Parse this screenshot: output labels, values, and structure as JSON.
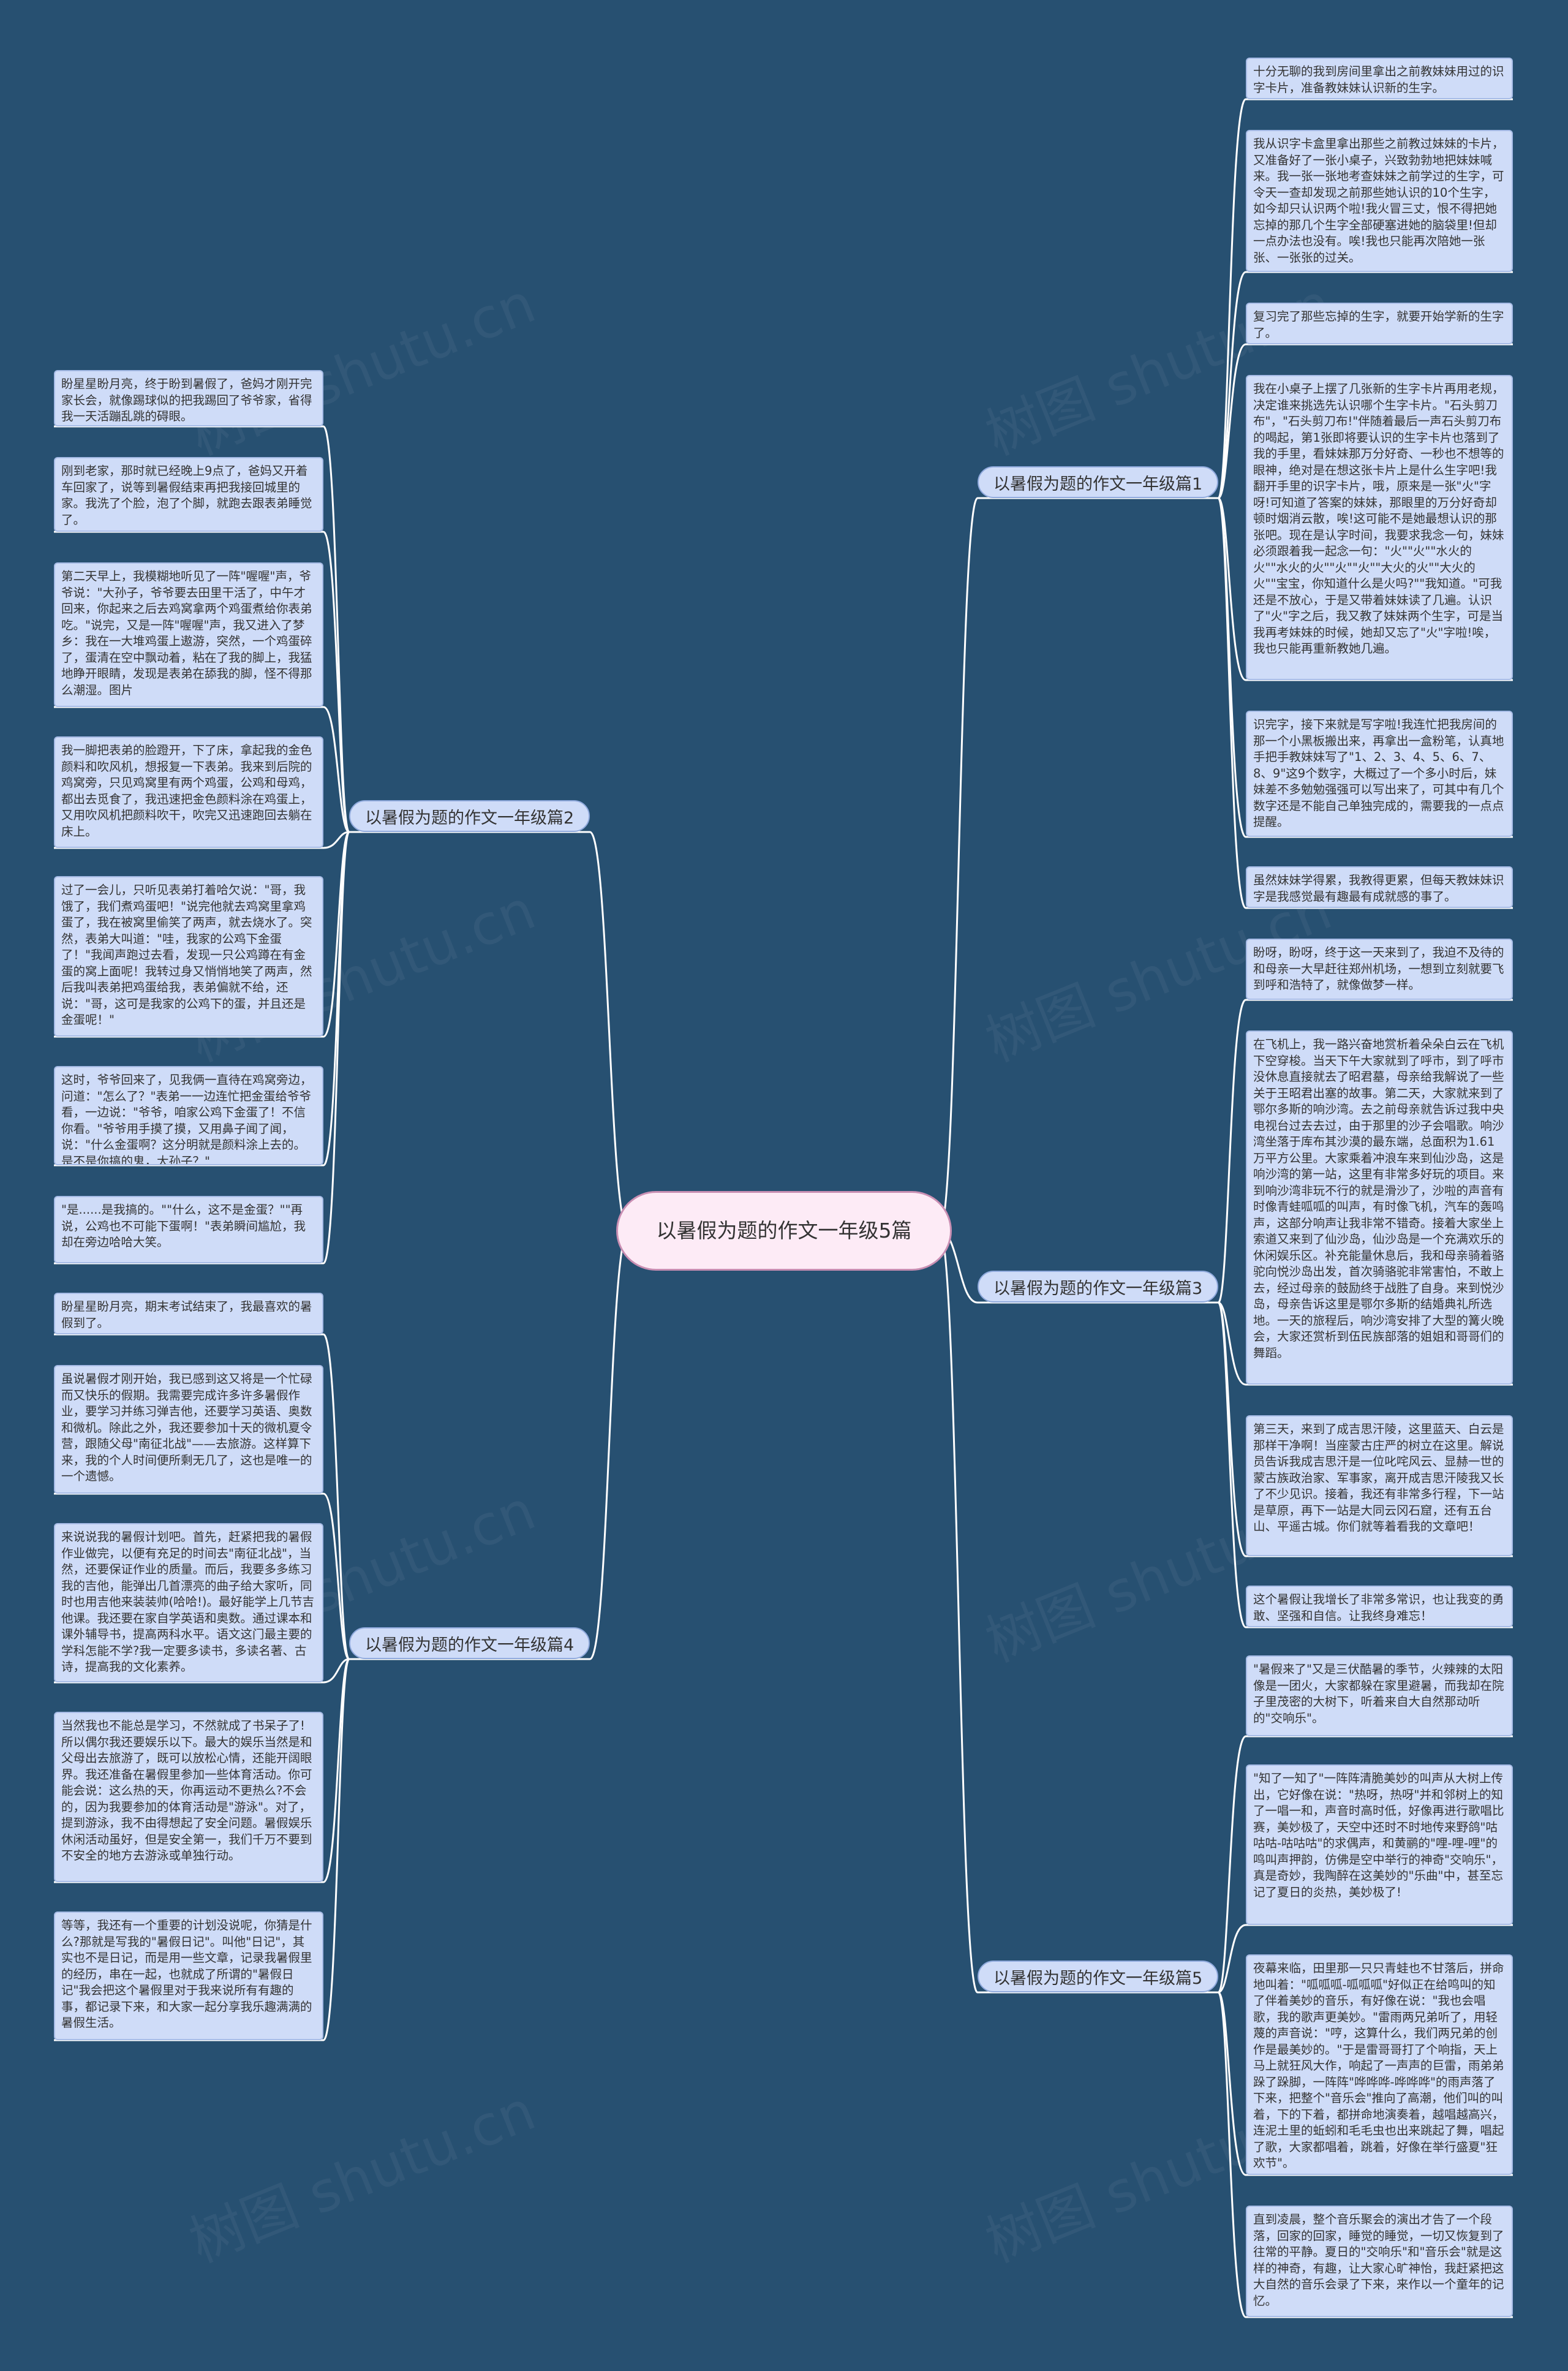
{
  "watermark": "树图 shutu.cn",
  "center": "以暑假为题的作文一年级5篇",
  "branches": [
    {
      "title": "以暑假为题的作文一年级篇1",
      "leaves": [
        "十分无聊的我到房间里拿出之前教妹妹用过的识字卡片，准备教妹妹认识新的生字。",
        "我从识字卡盒里拿出那些之前教过妹妹的卡片，又准备好了一张小桌子，兴致勃勃地把妹妹喊来。我一张一张地考查妹妹之前学过的生字，可令天一查却发现之前那些她认识的10个生字，如今却只认识两个啦!我火冒三丈，恨不得把她忘掉的那几个生字全部硬塞进她的脑袋里!但却一点办法也没有。唉!我也只能再次陪她一张张、一张张的过关。",
        "复习完了那些忘掉的生字，就要开始学新的生字了。",
        "我在小桌子上摆了几张新的生字卡片再用老规，决定谁来挑选先认识哪个生字卡片。\"石头剪刀布\"，\"石头剪刀布!\"伴随着最后一声石头剪刀布的喝起，第1张即将要认识的生字卡片也落到了我的手里，看妹妹那万分好奇、一秒也不想等的眼神，绝对是在想这张卡片上是什么生字吧!我翻开手里的识字卡片，哦，原来是一张\"火\"字呀!可知道了答案的妹妹，那眼里的万分好奇却顿时烟消云散，唉!这可能不是她最想认识的那张吧。现在是认字时间，我要求我念一句，妹妹必须跟着我一起念一句：\"火\"\"火\"\"水火的火\"\"水火的火\"\"火\"\"火\"\"大火的火\"\"大火的火\"\"宝宝，你知道什么是火吗?\"\"我知道。\"可我还是不放心，于是又带着妹妹读了几遍。认识了\"火\"字之后，我又教了妹妹两个生字，可是当我再考妹妹的时候，她却又忘了\"火\"字啦!唉，我也只能再重新教她几遍。",
        "识完字，接下来就是写字啦!我连忙把我房间的那一个小黑板搬出来，再拿出一盒粉笔，认真地手把手教妹妹写了\"1、2、3、4、5、6、7、8、9\"这9个数字，大概过了一个多小时后，妹妹差不多勉勉强强可以写出来了，可其中有几个数字还是不能自己单独完成的，需要我的一点点提醒。",
        "虽然妹妹学得累，我教得更累，但每天教妹妹识字是我感觉最有趣最有成就感的事了。"
      ]
    },
    {
      "title": "以暑假为题的作文一年级篇2",
      "leaves": [
        "盼星星盼月亮，终于盼到暑假了，爸妈才刚开完家长会，就像踢球似的把我踢回了爷爷家，省得我一天活蹦乱跳的碍眼。",
        "刚到老家，那时就已经晚上9点了，爸妈又开着车回家了，说等到暑假结束再把我接回城里的家。我洗了个脸，泡了个脚，就跑去跟表弟睡觉了。",
        "第二天早上，我模糊地听见了一阵\"喔喔\"声，爷爷说：\"大孙子，爷爷要去田里干活了，中午才回来，你起来之后去鸡窝拿两个鸡蛋煮给你表弟吃。\"说完，又是一阵\"喔喔\"声，我又进入了梦乡：我在一大堆鸡蛋上遨游，突然，一个鸡蛋碎了，蛋清在空中飘动着，粘在了我的脚上，我猛地睁开眼睛，发现是表弟在舔我的脚，怪不得那么潮湿。图片",
        "我一脚把表弟的脸蹬开，下了床，拿起我的金色颜料和吹风机，想报复一下表弟。我来到后院的鸡窝旁，只见鸡窝里有两个鸡蛋，公鸡和母鸡，都出去觅食了，我迅速把金色颜料涂在鸡蛋上，又用吹风机把颜料吹干，吹完又迅速跑回去躺在床上。",
        "过了一会儿，只听见表弟打着哈欠说：\"哥，我饿了，我们煮鸡蛋吧！\"说完他就去鸡窝里拿鸡蛋了，我在被窝里偷笑了两声，就去烧水了。突然，表弟大叫道：\"哇，我家的公鸡下金蛋了！\"我闻声跑过去看，发现一只公鸡蹲在有金蛋的窝上面呢！我转过身又悄悄地笑了两声，然后我叫表弟把鸡蛋给我，表弟偏就不给，还说：\"哥，这可是我家的公鸡下的蛋，并且还是金蛋呢！\"",
        "这时，爷爷回来了，见我俩一直待在鸡窝旁边，问道：\"怎么了？\"表弟一一边连忙把金蛋给爷爷看，一边说：\"爷爷，咱家公鸡下金蛋了！不信你看。\"爷爷用手摸了摸，又用鼻子闻了闻，说：\"什么金蛋啊？这分明就是颜料涂上去的。是不是你搞的鬼，大孙子？\"",
        "\"是......是我搞的。\"\"什么，这不是金蛋？\"\"再说，公鸡也不可能下蛋啊！\"表弟瞬间尴尬，我却在旁边哈哈大笑。"
      ]
    },
    {
      "title": "以暑假为题的作文一年级篇3",
      "leaves": [
        "盼呀，盼呀，终于这一天来到了，我迫不及待的和母亲一大早赶往郑州机场，一想到立刻就要飞到呼和浩特了，就像做梦一样。",
        "在飞机上，我一路兴奋地赏析着朵朵白云在飞机下空穿梭。当天下午大家就到了呼市，到了呼市没休息直接就去了昭君墓，母亲给我解说了一些关于王昭君出塞的故事。第二天，大家就来到了鄂尔多斯的响沙湾。去之前母亲就告诉过我中央电视台过去去过，由于那里的沙子会唱歌。响沙湾坐落于库布其沙漠的最东端，总面积为1.61万平方公里。大家乘着冲浪车来到仙沙岛，这是响沙湾的第一站，这里有非常多好玩的项目。来到响沙湾非玩不行的就是滑沙了，沙啦的声音有时像青蛙呱呱的叫声，有时像飞机，汽车的轰鸣声，这部分响声让我非常不错奇。接着大家坐上索道又来到了仙沙岛，仙沙岛是一个充满欢乐的休闲娱乐区。补充能量休息后，我和母亲骑着骆驼向悦沙岛出发，首次骑骆驼非常害怕，不敢上去，经过母亲的鼓励终于战胜了自身。来到悦沙岛，母亲告诉这里是鄂尔多斯的结婚典礼所选地。一天的旅程后，响沙湾安排了大型的篝火晚会，大家还赏析到伍民族部落的姐姐和哥哥们的舞蹈。",
        "第三天，来到了成吉思汗陵，这里蓝天、白云是那样干净啊！当座蒙古庄严的树立在这里。解说员告诉我成吉思汗是一位叱咤风云、显赫一世的蒙古族政治家、军事家，离开成吉思汗陵我又长了不少见识。接着，我还有非常多行程，下一站是草原，再下一站是大同云冈石窟，还有五台山、平遥古城。你们就等着看我的文章吧！",
        "这个暑假让我增长了非常多常识，也让我变的勇敢、坚强和自信。让我终身难忘！"
      ]
    },
    {
      "title": "以暑假为题的作文一年级篇4",
      "leaves": [
        "盼星星盼月亮，期末考试结束了，我最喜欢的暑假到了。",
        "虽说暑假才刚开始，我已感到这又将是一个忙碌而又快乐的假期。我需要完成许多许多暑假作业，要学习并练习弹吉他，还要学习英语、奥数和微机。除此之外，我还要参加十天的微机夏令营，跟随父母\"南征北战\"——去旅游。这样算下来，我的个人时间便所剩无几了，这也是唯一的一个遗憾。",
        "来说说我的暑假计划吧。首先，赶紧把我的暑假作业做完，以便有充足的时间去\"南征北战\"，当然，还要保证作业的质量。而后，我要多多练习我的吉他，能弹出几首漂亮的曲子给大家听，同时也用吉他来装装帅(哈哈!)。最好能学上几节吉他课。我还要在家自学英语和奥数。通过课本和课外辅导书，提高两科水平。语文这门最主要的学科怎能不学?我一定要多读书，多读名著、古诗，提高我的文化素养。",
        "当然我也不能总是学习，不然就成了书呆子了!所以偶尔我还要娱乐以下。最大的娱乐当然是和父母出去旅游了，既可以放松心情，还能开阔眼界。我还准备在暑假里参加一些体育活动。你可能会说：这么热的天，你再运动不更热么?不会的，因为我要参加的体育活动是\"游泳\"。对了，提到游泳，我不由得想起了安全问题。暑假娱乐休闲活动虽好，但是安全第一，我们千万不要到不安全的地方去游泳或单独行动。",
        "等等，我还有一个重要的计划没说呢，你猜是什么?那就是写我的\"暑假日记\"。叫他\"日记\"，其实也不是日记，而是用一些文章，记录我暑假里的经历，串在一起，也就成了所谓的\"暑假日记\"我会把这个暑假里对于我来说所有有趣的事，都记录下来，和大家一起分享我乐趣满满的暑假生活。"
      ]
    },
    {
      "title": "以暑假为题的作文一年级篇5",
      "leaves": [
        "\"暑假来了\"又是三伏酷暑的季节，火辣辣的太阳像是一团火，大家都躲在家里避暑，而我却在院子里茂密的大树下，听着来自大自然那动听的\"交响乐\"。",
        "\"知了一知了\"一阵阵清脆美妙的叫声从大树上传出，它好像在说：\"热呀，热呀\"并和邻树上的知了一唱一和，声音时高时低，好像再进行歌唱比赛，美妙极了，天空中还时不时地传来野鸽\"咕咕咕-咕咕咕\"的求偶声，和黄鹂的\"哩-哩-哩\"的鸣叫声押韵，仿佛是空中举行的神奇\"交响乐\"，真是奇妙，我陶醉在这美妙的\"乐曲\"中，甚至忘记了夏日的炎热，美妙极了!",
        "夜幕来临，田里那一只只青蛙也不甘落后，拼命地叫着：\"呱呱呱-呱呱呱\"好似正在给鸣叫的知了伴着美妙的音乐，有好像在说：\"我也会唱歌，我的歌声更美妙。\"雷雨两兄弟听了，用轻蔑的声音说：\"哼，这算什么，我们两兄弟的创作是最美妙的。\"于是雷哥哥打了个响指，天上马上就狂风大作，响起了一声声的巨雷，雨弟弟跺了跺脚，一阵阵\"哗哗哗-哗哗哗\"的雨声落了下来，把整个\"音乐会\"推向了高潮，他们叫的叫着，下的下着，都拼命地演奏着，越唱越高兴，连泥土里的蚯蚓和毛毛虫也出来跳起了舞，唱起了歌，大家都唱着，跳着，好像在举行盛夏\"狂欢节\"。",
        "直到凌晨，整个音乐聚会的演出才告了一个段落，回家的回家，睡觉的睡觉，一切又恢复到了往常的平静。夏日的\"交响乐\"和\"音乐会\"就是这样的神奇，有趣，让大家心旷神怡，我赶紧把这大自然的音乐会录了下来，来作以一个童年的记忆。"
      ]
    }
  ]
}
